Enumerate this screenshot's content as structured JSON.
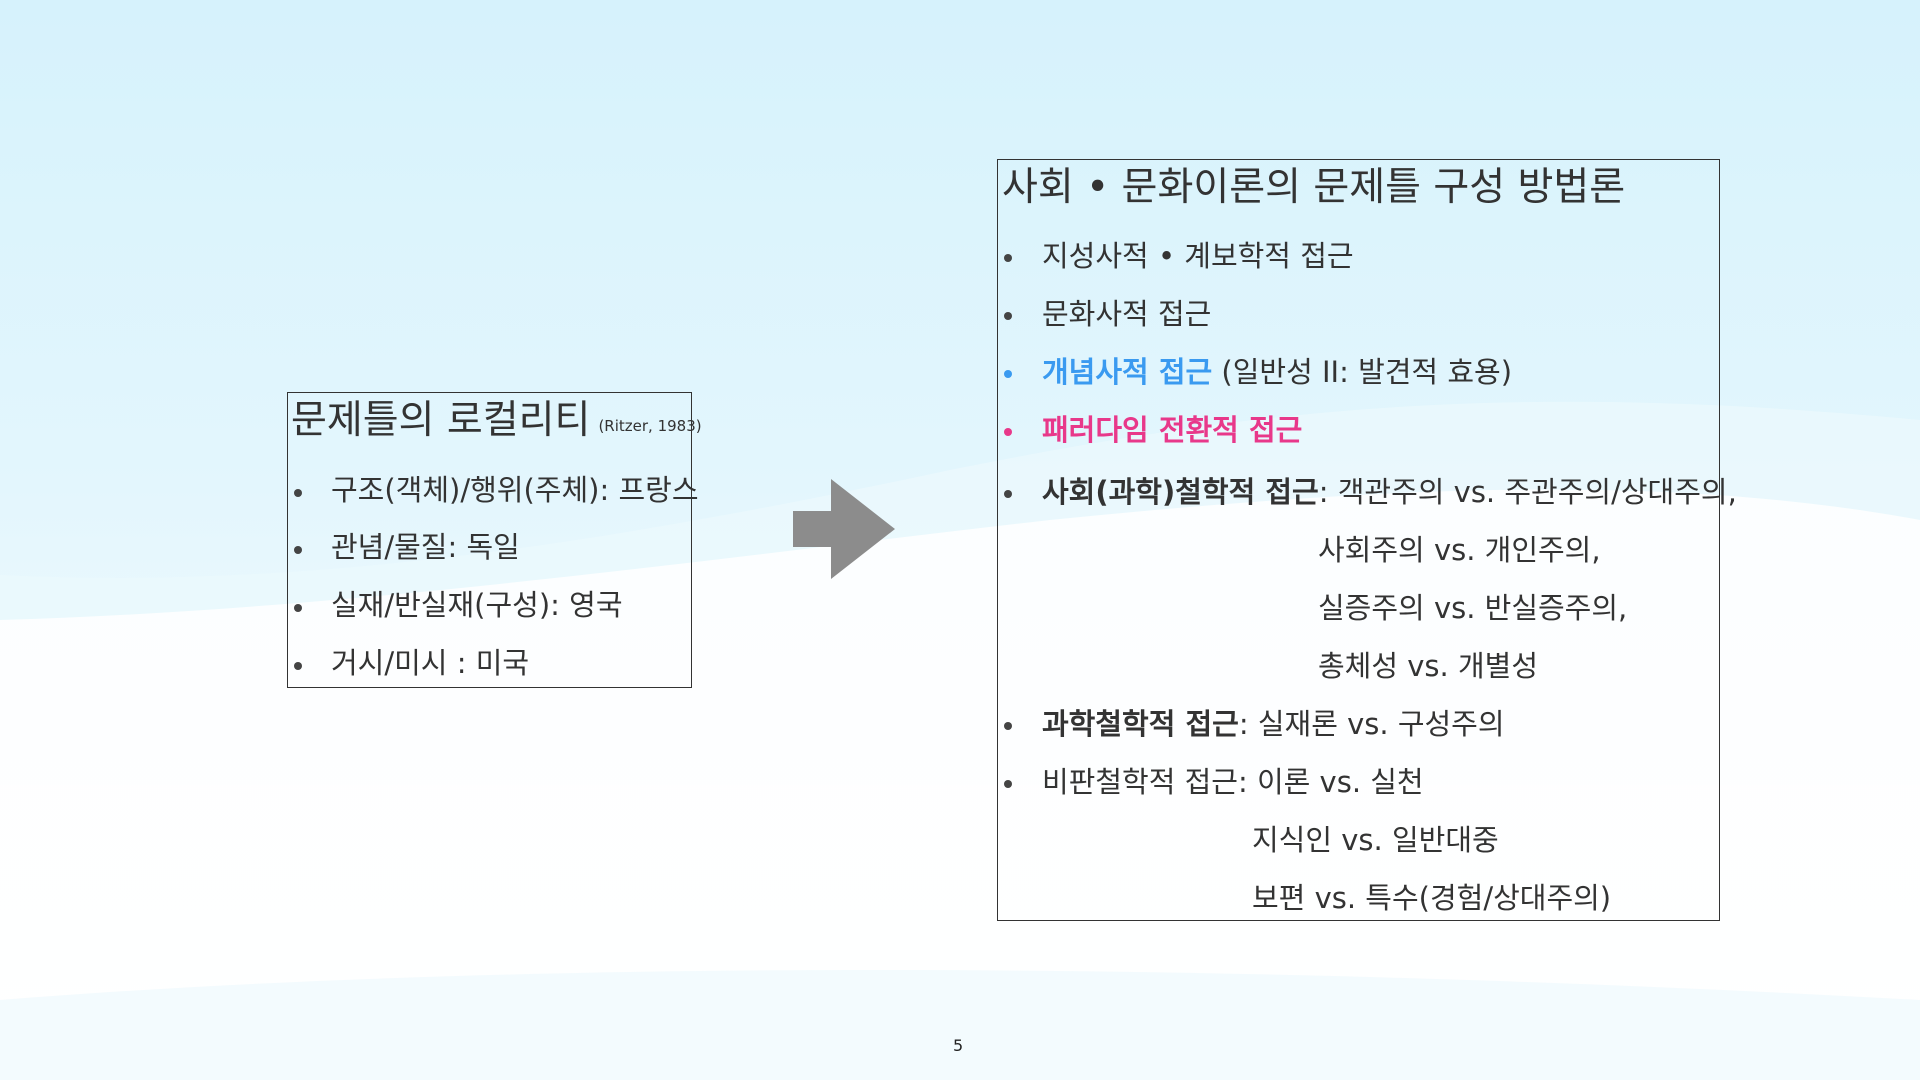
{
  "left_box": {
    "title": "문제틀의 로컬리티",
    "citation": "(Ritzer, 1983)",
    "items": [
      "구조(객체)/행위(주체): 프랑스",
      "관념/물질: 독일",
      "실재/반실재(구성): 영국",
      "거시/미시 : 미국"
    ]
  },
  "right_box": {
    "title": "사회 • 문화이론의 문제틀 구성 방법론",
    "item1": "지성사적 • 계보학적 접근",
    "item2": "문화사적 접근",
    "item3_highlight": "개념사적 접근",
    "item3_rest": " (일반성 II: 발견적 효용)",
    "item4": "패러다임 전환적 접근",
    "item5_bold": "사회(과학)철학적 접근",
    "item5_rest": ": 객관주의 vs. 주관주의/상대주의,",
    "item5_cont": [
      "사회주의 vs. 개인주의,",
      "실증주의 vs. 반실증주의,",
      "총체성 vs. 개별성"
    ],
    "item6_bold": "과학철학적 접근",
    "item6_rest": ": 실재론 vs. 구성주의",
    "item7": "비판철학적 접근: 이론 vs. 실천",
    "item7_cont": [
      "지식인 vs. 일반대중",
      "보편 vs. 특수(경험/상대주의)"
    ]
  },
  "page_number": "5",
  "colors": {
    "blue": "#3a9af0",
    "pink": "#e8388a",
    "arrow": "#8c8c8c",
    "background_sky": "#d8f3fb"
  },
  "icons": {
    "arrow": "arrow-right-icon"
  }
}
